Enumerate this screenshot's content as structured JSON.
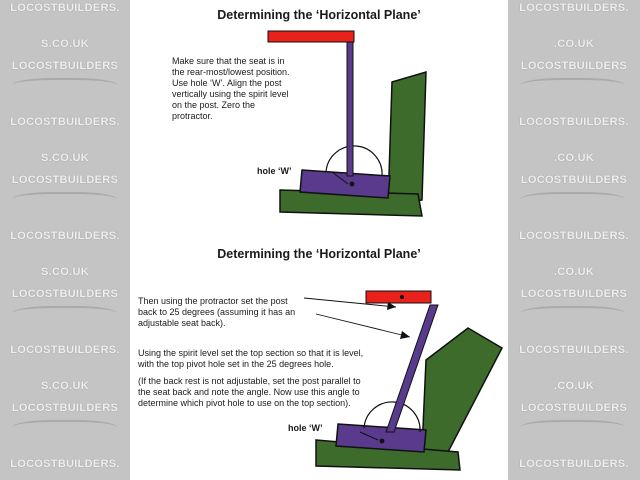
{
  "watermark": {
    "text_a": "LOCOSTBUILDERS.",
    "text_b": "S.CO.UK",
    "text_c": "LOCOSTBUILDERS",
    "text_d": ".CO.UK"
  },
  "diagram1": {
    "title": "Determining the ‘Horizontal Plane’",
    "instructions": "Make sure that the seat is in the rear-most/lowest position.  Use hole ‘W’. Align the post vertically using the spirit level on the post. Zero the protractor.",
    "hole_label": "hole ‘W’"
  },
  "diagram2": {
    "title": "Determining the ‘Horizontal Plane’",
    "para1": "Then using the protractor set the post back to 25 degrees (assuming it has an adjustable seat back).",
    "para2": "Using the spirit level set the top section so that it is level, with the top pivot hole set in the 25 degrees hole.",
    "para3": "(If the back rest is not adjustable, set the post parallel to the seat back and note the angle. Now use this angle to determine which pivot hole to use on the top section).",
    "hole_label": "hole ‘W’"
  },
  "colors": {
    "green": "#3c6b2b",
    "purple": "#5a3a8c",
    "red": "#e8211a",
    "watermark_bg": "#c4c4c4"
  }
}
